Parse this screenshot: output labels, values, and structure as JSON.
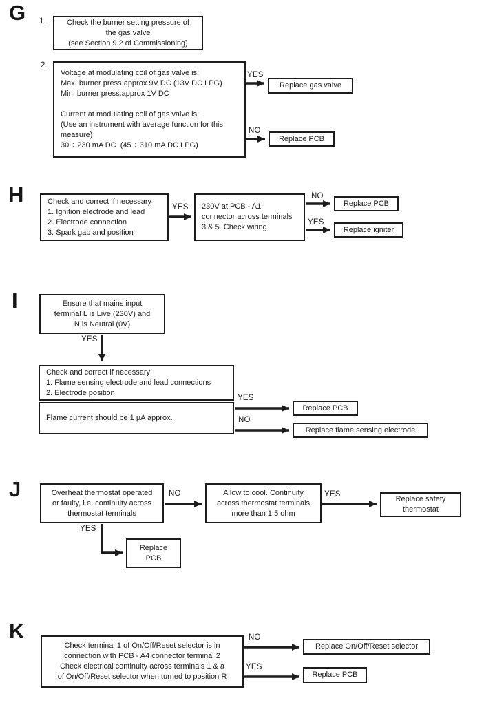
{
  "labels": {
    "yes": "YES",
    "no": "NO"
  },
  "sections": {
    "g": {
      "label": "G",
      "step1": "1.",
      "step2": "2.",
      "box1": "Check the burner setting pressure of\nthe gas valve\n(see Section 9.2 of Commissioning)",
      "box2": "Voltage at modulating coil of gas valve is:\nMax. burner press.approx 9V DC (13V DC LPG)\nMin. burner press.approx 1V DC\n\nCurrent at modulating coil of gas valve is:\n(Use an instrument with average function for this\nmeasure)\n30 ÷ 230 mA DC  (45 ÷ 310 mA DC LPG)",
      "result_yes": "Replace gas valve",
      "result_no": "Replace PCB"
    },
    "h": {
      "label": "H",
      "box1": "Check and correct if necessary\n1. Ignition electrode and lead\n2. Electrode connection\n3. Spark gap and position",
      "box2": "230V at PCB - A1\nconnector across terminals\n3 & 5. Check wiring",
      "result_no": "Replace PCB",
      "result_yes": "Replace igniter"
    },
    "i": {
      "label": "I",
      "box1": "Ensure that mains input\nterminal L is Live (230V) and\nN is Neutral (0V)",
      "box2a": "Check and correct if necessary\n1. Flame sensing electrode and lead connections\n2. Electrode position",
      "box2b": "Flame current should be 1 µA approx.",
      "result_yes": "Replace PCB",
      "result_no": "Replace flame sensing electrode"
    },
    "j": {
      "label": "J",
      "box1": "Overheat thermostat operated\nor faulty, i.e. continuity across\nthermostat terminals",
      "box2": "Allow to cool. Continuity\nacross thermostat terminals\nmore than 1.5 ohm",
      "result_safety": "Replace safety\nthermostat",
      "result_pcb": "Replace\nPCB"
    },
    "k": {
      "label": "K",
      "box1": "Check terminal 1 of On/Off/Reset selector is in\nconnection with PCB - A4 connector terminal 2\nCheck electrical continuity across terminals 1 & a\nof On/Off/Reset selector when turned to position R",
      "result_no": "Replace On/Off/Reset selector",
      "result_yes": "Replace PCB"
    }
  }
}
